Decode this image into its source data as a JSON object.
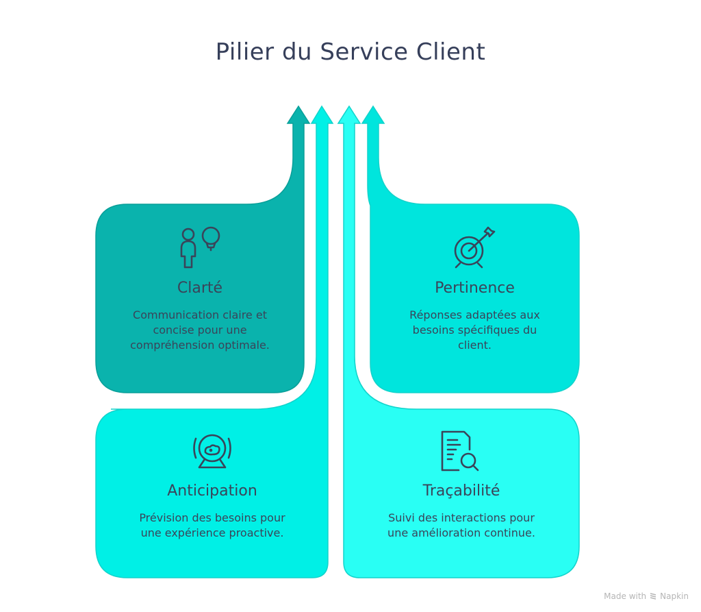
{
  "title": "Pilier du Service Client",
  "colors": {
    "clarte": "#0ab3ad",
    "anticipation": "#00f0e6",
    "tracabilite": "#29fff4",
    "pertinence": "#00e5dd",
    "text": "#3a4459",
    "stroke_dark": "#099f99",
    "stroke_light": "#12d3cb"
  },
  "pillars": [
    {
      "id": "clarte",
      "title": "Clarté",
      "description": "Communication claire et concise pour une compréhension optimale.",
      "icon": "person-idea-icon"
    },
    {
      "id": "pertinence",
      "title": "Pertinence",
      "description": "Réponses adaptées aux besoins spécifiques du client.",
      "icon": "target-arrow-icon"
    },
    {
      "id": "anticipation",
      "title": "Anticipation",
      "description": "Prévision des besoins pour une expérience proactive.",
      "icon": "crystal-ball-icon"
    },
    {
      "id": "tracabilite",
      "title": "Traçabilité",
      "description": "Suivi des interactions pour une amélioration continue.",
      "icon": "document-search-icon"
    }
  ],
  "footer": {
    "prefix": "Made with",
    "brand": "Napkin"
  }
}
